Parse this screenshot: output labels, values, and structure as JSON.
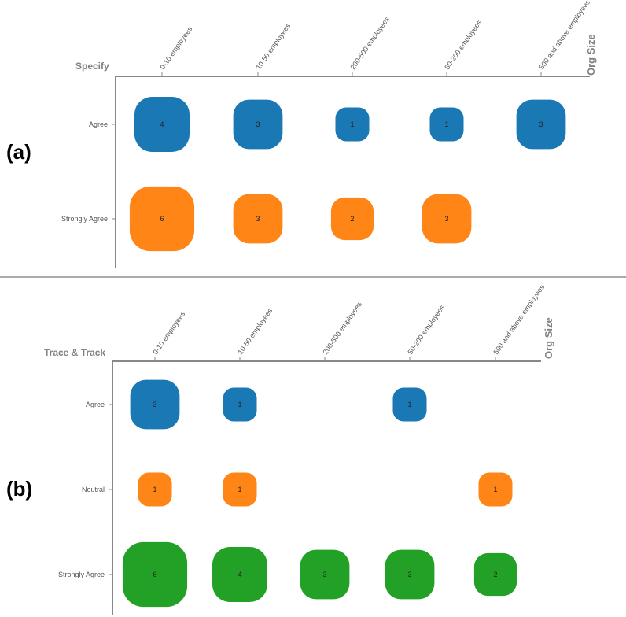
{
  "panels": [
    {
      "label": "(a)",
      "chart_data": {
        "type": "scatter",
        "title": "Specify",
        "xlabel": "Org Size",
        "categories": [
          "0-10 employees",
          "10-50 employees",
          "200-500 employees",
          "50-200 employees",
          "500 and above employees"
        ],
        "rows": [
          "Agree",
          "Strongly Agree"
        ],
        "colors": {
          "Agree": "#1a78b4",
          "Strongly Agree": "#ff8616"
        },
        "bubbles": [
          {
            "row": "Agree",
            "category": "0-10 employees",
            "value": 4
          },
          {
            "row": "Agree",
            "category": "10-50 employees",
            "value": 3
          },
          {
            "row": "Agree",
            "category": "200-500 employees",
            "value": 1
          },
          {
            "row": "Agree",
            "category": "50-200 employees",
            "value": 1
          },
          {
            "row": "Agree",
            "category": "500 and above employees",
            "value": 3
          },
          {
            "row": "Strongly Agree",
            "category": "0-10 employees",
            "value": 6
          },
          {
            "row": "Strongly Agree",
            "category": "10-50 employees",
            "value": 3
          },
          {
            "row": "Strongly Agree",
            "category": "200-500 employees",
            "value": 2
          },
          {
            "row": "Strongly Agree",
            "category": "50-200 employees",
            "value": 3
          }
        ]
      }
    },
    {
      "label": "(b)",
      "chart_data": {
        "type": "scatter",
        "title": "Trace & Track",
        "xlabel": "Org Size",
        "categories": [
          "0-10 employees",
          "10-50 employees",
          "200-500 employees",
          "50-200 employees",
          "500 and above employees"
        ],
        "rows": [
          "Agree",
          "Neutral",
          "Strongly Agree"
        ],
        "colors": {
          "Agree": "#1a78b4",
          "Neutral": "#ff8616",
          "Strongly Agree": "#23a127"
        },
        "bubbles": [
          {
            "row": "Agree",
            "category": "0-10 employees",
            "value": 3
          },
          {
            "row": "Agree",
            "category": "10-50 employees",
            "value": 1
          },
          {
            "row": "Agree",
            "category": "50-200 employees",
            "value": 1
          },
          {
            "row": "Neutral",
            "category": "0-10 employees",
            "value": 1
          },
          {
            "row": "Neutral",
            "category": "10-50 employees",
            "value": 1
          },
          {
            "row": "Neutral",
            "category": "500 and above employees",
            "value": 1
          },
          {
            "row": "Strongly Agree",
            "category": "0-10 employees",
            "value": 6
          },
          {
            "row": "Strongly Agree",
            "category": "10-50 employees",
            "value": 4
          },
          {
            "row": "Strongly Agree",
            "category": "200-500 employees",
            "value": 3
          },
          {
            "row": "Strongly Agree",
            "category": "50-200 employees",
            "value": 3
          },
          {
            "row": "Strongly Agree",
            "category": "500 and above employees",
            "value": 2
          }
        ]
      }
    }
  ]
}
